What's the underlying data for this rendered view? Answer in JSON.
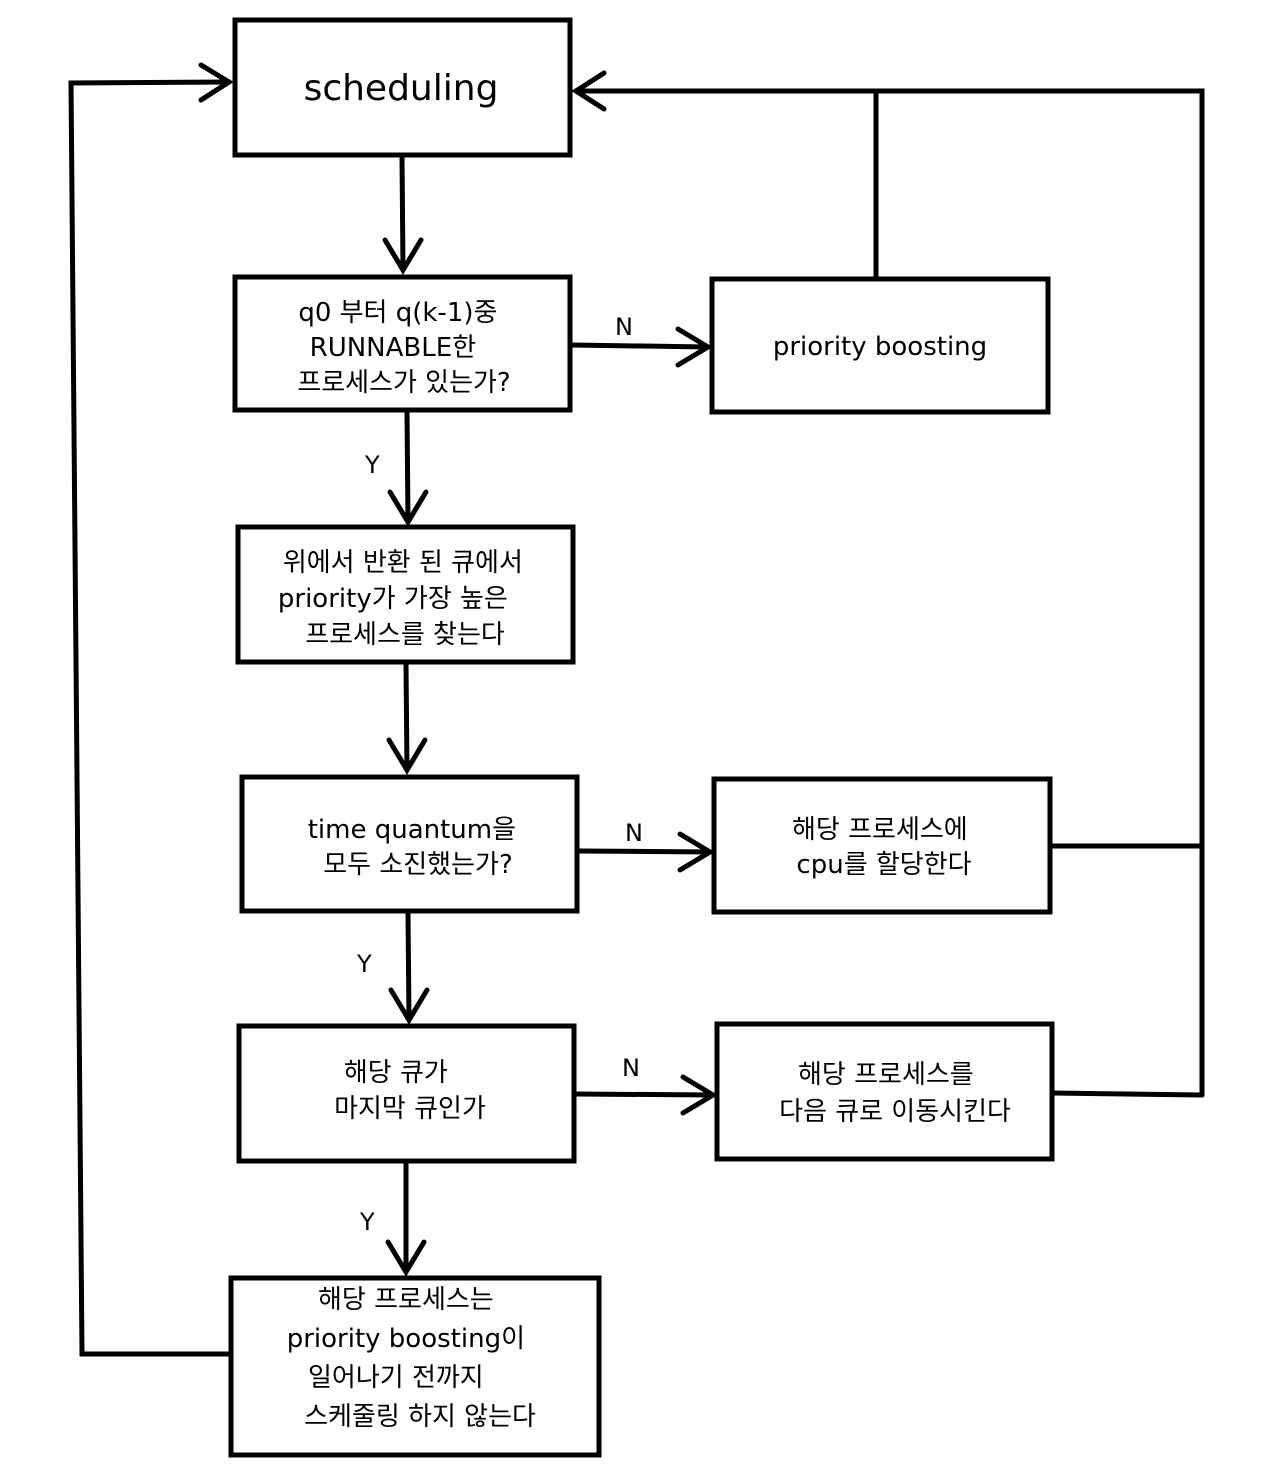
{
  "nodes": {
    "scheduling": {
      "lines": [
        "scheduling"
      ]
    },
    "check_runnable": {
      "lines": [
        "q0 부터 q(k-1)중",
        "RUNNABLE한",
        "프로세스가 있는가?"
      ]
    },
    "priority_boosting": {
      "lines": [
        "priority boosting"
      ]
    },
    "find_highest": {
      "lines": [
        "위에서 반환 된 큐에서",
        "priority가 가장 높은",
        "프로세스를 찾는다"
      ]
    },
    "quantum_used": {
      "lines": [
        "time quantum을",
        "모두 소진했는가?"
      ]
    },
    "allocate_cpu": {
      "lines": [
        "해당 프로세스에",
        "cpu를 할당한다"
      ]
    },
    "last_queue": {
      "lines": [
        "해당 큐가",
        "마지막 큐인가"
      ]
    },
    "move_next_queue": {
      "lines": [
        "해당 프로세스를",
        "다음 큐로 이동시킨다"
      ]
    },
    "no_schedule": {
      "lines": [
        "해당 프로세스는",
        "priority boosting이",
        "일어나기 전까지",
        "스케줄링 하지 않는다"
      ]
    }
  },
  "edge_labels": {
    "runnable_no": "N",
    "runnable_yes": "Y",
    "quantum_no": "N",
    "quantum_yes": "Y",
    "last_no": "N",
    "last_yes": "Y"
  },
  "colors": {
    "stroke": "#000000",
    "background": "#ffffff"
  }
}
